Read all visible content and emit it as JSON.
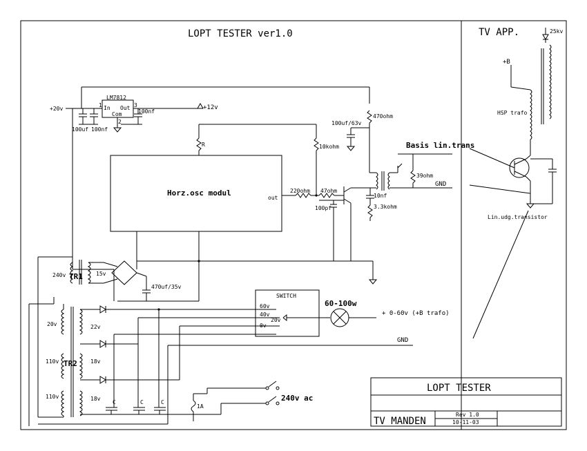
{
  "title": "LOPT TESTER   ver1.0",
  "tv_app": "TV   APP.",
  "module": "Horz.osc modul",
  "module_out": "out",
  "labels": {
    "plus20": "+20v",
    "lm7812": "LM7812",
    "in": "In",
    "out": "Out",
    "com": "Com",
    "p1": "1",
    "p2": "2",
    "p3": "3",
    "plus12": "+12v",
    "c100nf_a": "100nf",
    "c100uf": "100uf",
    "c100nf_b": "100nf",
    "r": "R",
    "r10k": "10kohm",
    "c100uf63": "100uf/63v",
    "r470": "470ohm",
    "basis": "Basis lin.trans",
    "r39": "39ohm",
    "gnd1": "GND",
    "r220": "220ohm",
    "r47": "47ohm",
    "c100pf": "100pf",
    "c10nf": "10nf",
    "r3k3": "3.3kohm",
    "v240": "240v",
    "tr1": "TR1",
    "v15": "15v",
    "c470": "470uf/35v",
    "switch": "SWITCH",
    "s60": "60v",
    "s40": "40v",
    "s20": "20v",
    "s0": "0v",
    "lamp": "60-100w",
    "out_label": "+ 0-60v (+B trafo)",
    "gnd2": "GND",
    "v20": "20v",
    "v22": "22v",
    "v110a": "110v",
    "v18a": "18v",
    "tr2": "TR2",
    "v110b": "110v",
    "v18b": "18v",
    "c1": "C",
    "c2": "C",
    "c3": "C",
    "fuse": "1A",
    "ac": "240v ac",
    "kv25": "25kv",
    "plusb": "+B",
    "hsp": "HSP trafo",
    "lin_udg": "Lin.udg.transistor"
  },
  "title_block": {
    "name": "LOPT TESTER",
    "author": "TV MANDEN",
    "rev": "Rev 1.0",
    "date": "10-11-03"
  }
}
